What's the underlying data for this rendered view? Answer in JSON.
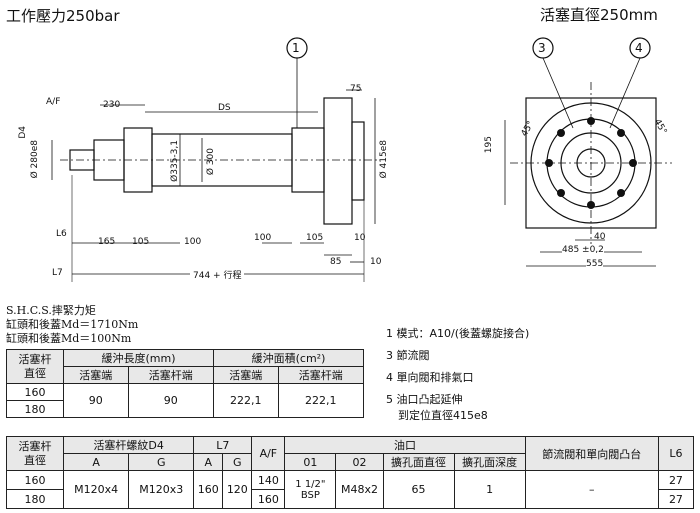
{
  "header": {
    "left_title": "工作壓力250bar",
    "right_title": "活塞直徑250mm"
  },
  "drawing": {
    "callout_1": "1",
    "callout_3": "3",
    "callout_4": "4",
    "dims": {
      "af": "A/F",
      "d4": "D4",
      "d280": "Ø 280e8",
      "d230": "230",
      "ds": "DS",
      "d75": "75",
      "d335": "Ø335-3,1",
      "d300": "Ø 300",
      "d415": "Ø 415e8",
      "l6": "L6",
      "d165": "165",
      "d105a": "105",
      "d100a": "100",
      "d100b": "100",
      "d105b": "105",
      "d10a": "10",
      "d85": "85",
      "d10b": "10",
      "l7": "L7",
      "stroke": "744 + 行程",
      "d195": "195",
      "deg45a": "45°",
      "deg45b": "45°",
      "d40": "40",
      "d485": "485 ±0,2",
      "d555": "555"
    }
  },
  "notes": {
    "line1": "S.H.C.S.摔緊力矩",
    "line2": "缸頭和後蓋Md＝1710Nm",
    "line3": "缸頭和後蓋Md＝100Nm"
  },
  "legend": {
    "item1": "1 模式：A10/(後蓋螺旋接合)",
    "item3": "3 節流閥",
    "item4": "4 單向閥和排氣口",
    "item5a": "5 油口凸起延伸",
    "item5b": "到定位直徑415e8"
  },
  "table1": {
    "h_rod": "活塞杆",
    "h_dia": "直徑",
    "h_buffer_len": "緩沖長度(mm)",
    "h_buffer_area": "緩沖面積(cm²)",
    "h_piston_end": "活塞端",
    "h_rod_end": "活塞杆端",
    "h_piston_end2": "活塞端",
    "h_rod_end2": "活塞杆端",
    "r1": "160",
    "r2": "180",
    "len_piston": "90",
    "len_rod": "90",
    "area_piston": "222,1",
    "area_rod": "222,1"
  },
  "table2": {
    "h_rod": "活塞杆",
    "h_dia": "直徑",
    "h_thread": "活塞杆螺紋D4",
    "h_l7": "L7",
    "h_af": "A/F",
    "h_port": "油口",
    "h_valve": "節流閥和單向閥凸台",
    "h_l6": "L6",
    "h_a": "A",
    "h_g": "G",
    "h_a2": "A",
    "h_g2": "G",
    "h_01": "01",
    "h_02": "02",
    "h_bore_dia": "擴孔面直徑",
    "h_bore_depth": "擴孔面深度",
    "r1": "160",
    "r2": "180",
    "thread_a": "M120x4",
    "thread_g": "M120x3",
    "l7_a": "160",
    "l7_g": "120",
    "af1": "140",
    "af2": "160",
    "port01": "1 1/2\" BSP",
    "port02": "M48x2",
    "bore_dia": "65",
    "bore_depth": "1",
    "valve": "–",
    "l6_1": "27",
    "l6_2": "27"
  }
}
